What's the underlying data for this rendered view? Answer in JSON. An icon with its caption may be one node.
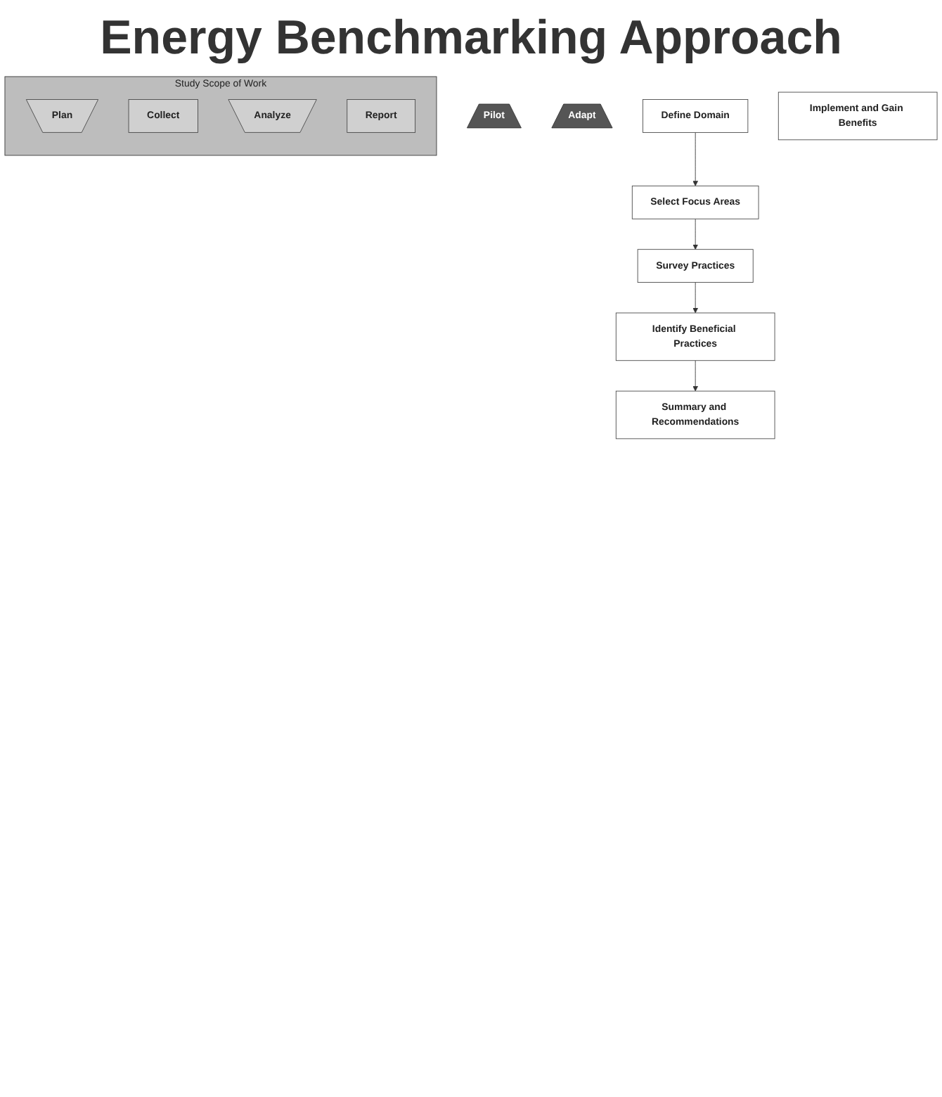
{
  "diagram": {
    "title": "Energy Benchmarking Approach",
    "nodes": [
      {
        "text": [
          "Study Scope of Work"
        ]
      },
      {
        "text": [
          "Plan"
        ],
        "in": 0
      },
      {
        "text": [
          "Collect"
        ],
        "in": 0
      },
      {
        "text": [
          "Analyze"
        ],
        "in": 0
      },
      {
        "text": [
          "Report"
        ],
        "in": 0
      },
      {
        "text": [
          "Pilot"
        ]
      },
      {
        "text": [
          "Adapt"
        ]
      },
      {
        "text": [
          "Define Domain"
        ]
      },
      {
        "text": [
          "Select Focus Areas"
        ]
      },
      {
        "text": [
          "Survey Practices"
        ]
      },
      {
        "text": [
          "Identify Beneficial Practices"
        ]
      },
      {
        "text": [
          "Summary and Recommendations"
        ]
      },
      {
        "text": [
          "Implement and Gain Benefits"
        ]
      }
    ],
    "edges": [
      {
        "from": 7,
        "to": 8,
        "arrow": "to"
      },
      {
        "from": 8,
        "to": 9,
        "arrow": "to"
      },
      {
        "from": 9,
        "to": 10,
        "arrow": "to"
      },
      {
        "from": 10,
        "to": 11,
        "arrow": "to"
      }
    ]
  }
}
